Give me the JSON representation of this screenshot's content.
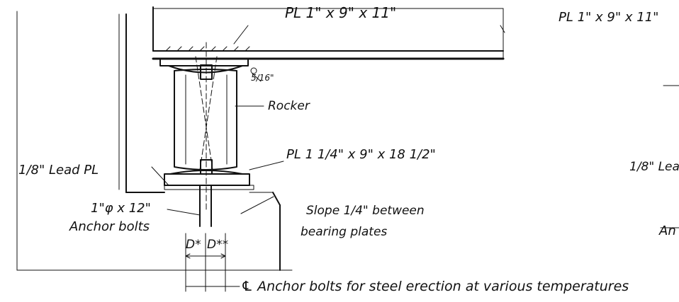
{
  "labels": {
    "top_plate": "PL 1\" x 9\" x 11\"",
    "top_plate_right": "PL 1\" x 9\" x 11\"",
    "weld_size": "5/16\"",
    "rocker": "Rocker",
    "lead_plate": "1/8\" Lead PL",
    "lead_plate_right": "1/8\" Lea",
    "bottom_plate": "PL 1 1/4\" x 9\" x 18 1/2\"",
    "anchor_size": "1\"φ x 12\"",
    "anchor_bolts": "Anchor bolts",
    "anchor_right": "An",
    "slope_line1": "Slope 1/4\" between",
    "slope_line2": "bearing plates",
    "dim_d_left": "D*",
    "dim_d_right": "D**",
    "centerline_note": "℄ Anchor bolts for steel erection at various temperatures"
  }
}
